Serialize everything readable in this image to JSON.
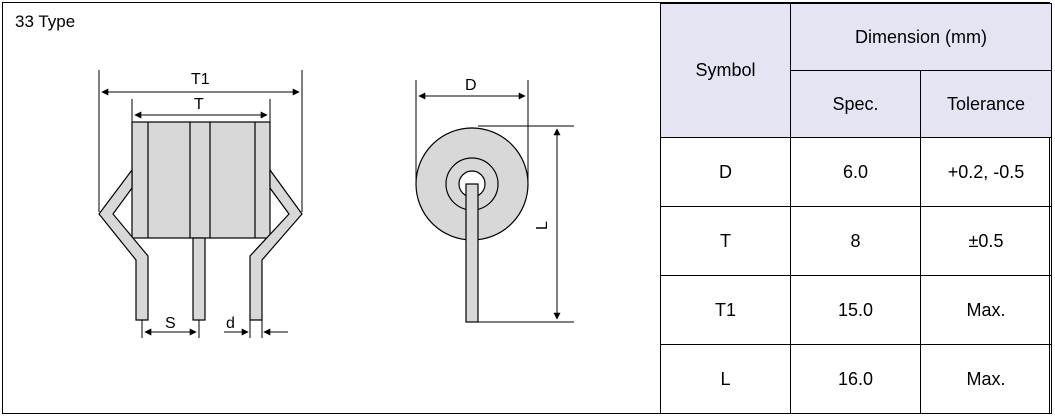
{
  "drawing": {
    "title": "33 Type",
    "labels": {
      "t1": "T1",
      "t": "T",
      "s": "S",
      "d_small": "d",
      "D": "D",
      "L": "L"
    }
  },
  "table": {
    "header_symbol": "Symbol",
    "header_dimension": "Dimension (mm)",
    "header_spec": "Spec.",
    "header_tolerance": "Tolerance",
    "rows": [
      {
        "symbol": "D",
        "spec": "6.0",
        "tolerance": "+0.2, -0.5"
      },
      {
        "symbol": "T",
        "spec": "8",
        "tolerance": "±0.5"
      },
      {
        "symbol": "T1",
        "spec": "15.0",
        "tolerance": "Max."
      },
      {
        "symbol": "L",
        "spec": "16.0",
        "tolerance": "Max."
      }
    ]
  }
}
